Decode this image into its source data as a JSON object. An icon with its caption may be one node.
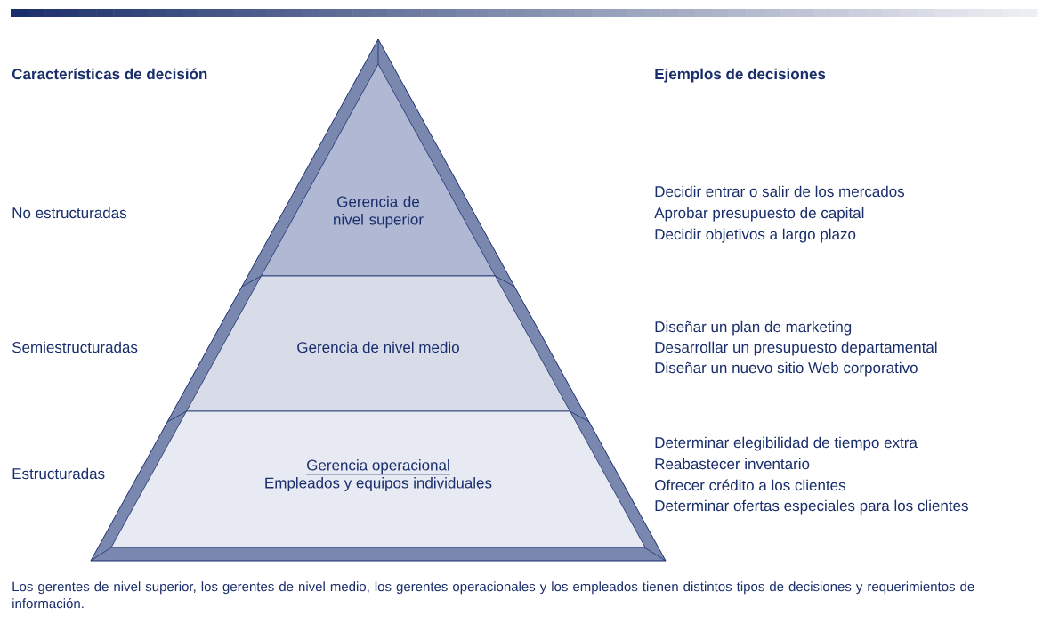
{
  "diagram": {
    "nodes": [
      {
        "text": [
          "Gerencia de nivel superior"
        ]
      },
      {
        "text": [
          "Gerencia de nivel medio"
        ]
      },
      {
        "text": [
          "Gerencia operacional",
          "Empleados y equipos individuales"
        ]
      }
    ],
    "labels": [
      "Características de decisión",
      "Ejemplos de decisiones",
      "No estructuradas",
      "Semiestructuradas",
      "Estructuradas",
      "Decidir entrar o salir de los mercados",
      "Aprobar presupuesto de capital",
      "Decidir objetivos a largo plazo",
      "Diseñar un plan de marketing",
      "Desarrollar un presupuesto departamental",
      "Diseñar un nuevo sitio Web corporativo",
      "Determinar elegibilidad de tiempo extra",
      "Reabastecer inventario",
      "Ofrecer crédito a los clientes",
      "Determinar ofertas especiales para los clientes"
    ],
    "caption": "Los gerentes de nivel superior, los gerentes de nivel medio, los gerentes operacionales y los empleados tienen distintos tipos de decisiones y requerimientos de información."
  }
}
